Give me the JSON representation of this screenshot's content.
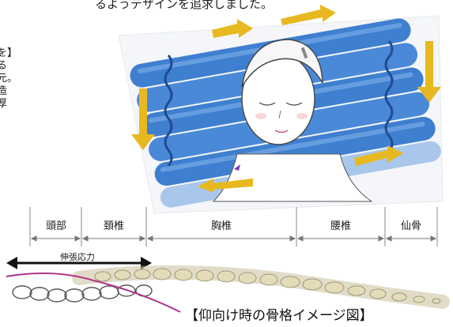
{
  "top_caption": "るようデザインを追求しました。",
  "side_text": [
    "を】",
    "る",
    "元。",
    "造",
    "厚"
  ],
  "segments": [
    {
      "key": "head",
      "label": "頭部"
    },
    {
      "key": "cervical",
      "label": "頚椎"
    },
    {
      "key": "thoracic",
      "label": "胸椎"
    },
    {
      "key": "lumbar",
      "label": "腰椎"
    },
    {
      "key": "sacrum",
      "label": "仙骨"
    }
  ],
  "tension_label": "伸張応力",
  "figure_caption": "【仰向け時の骨格イメージ図】",
  "colors": {
    "tube_blue": "#3f7fd0",
    "tube_light": "#a9c7ea",
    "arrow_yellow": "#e8b820",
    "spine_tan": "#d8d0a8",
    "curve_magenta": "#b0368a",
    "dark_tie": "#2b5aa0"
  }
}
